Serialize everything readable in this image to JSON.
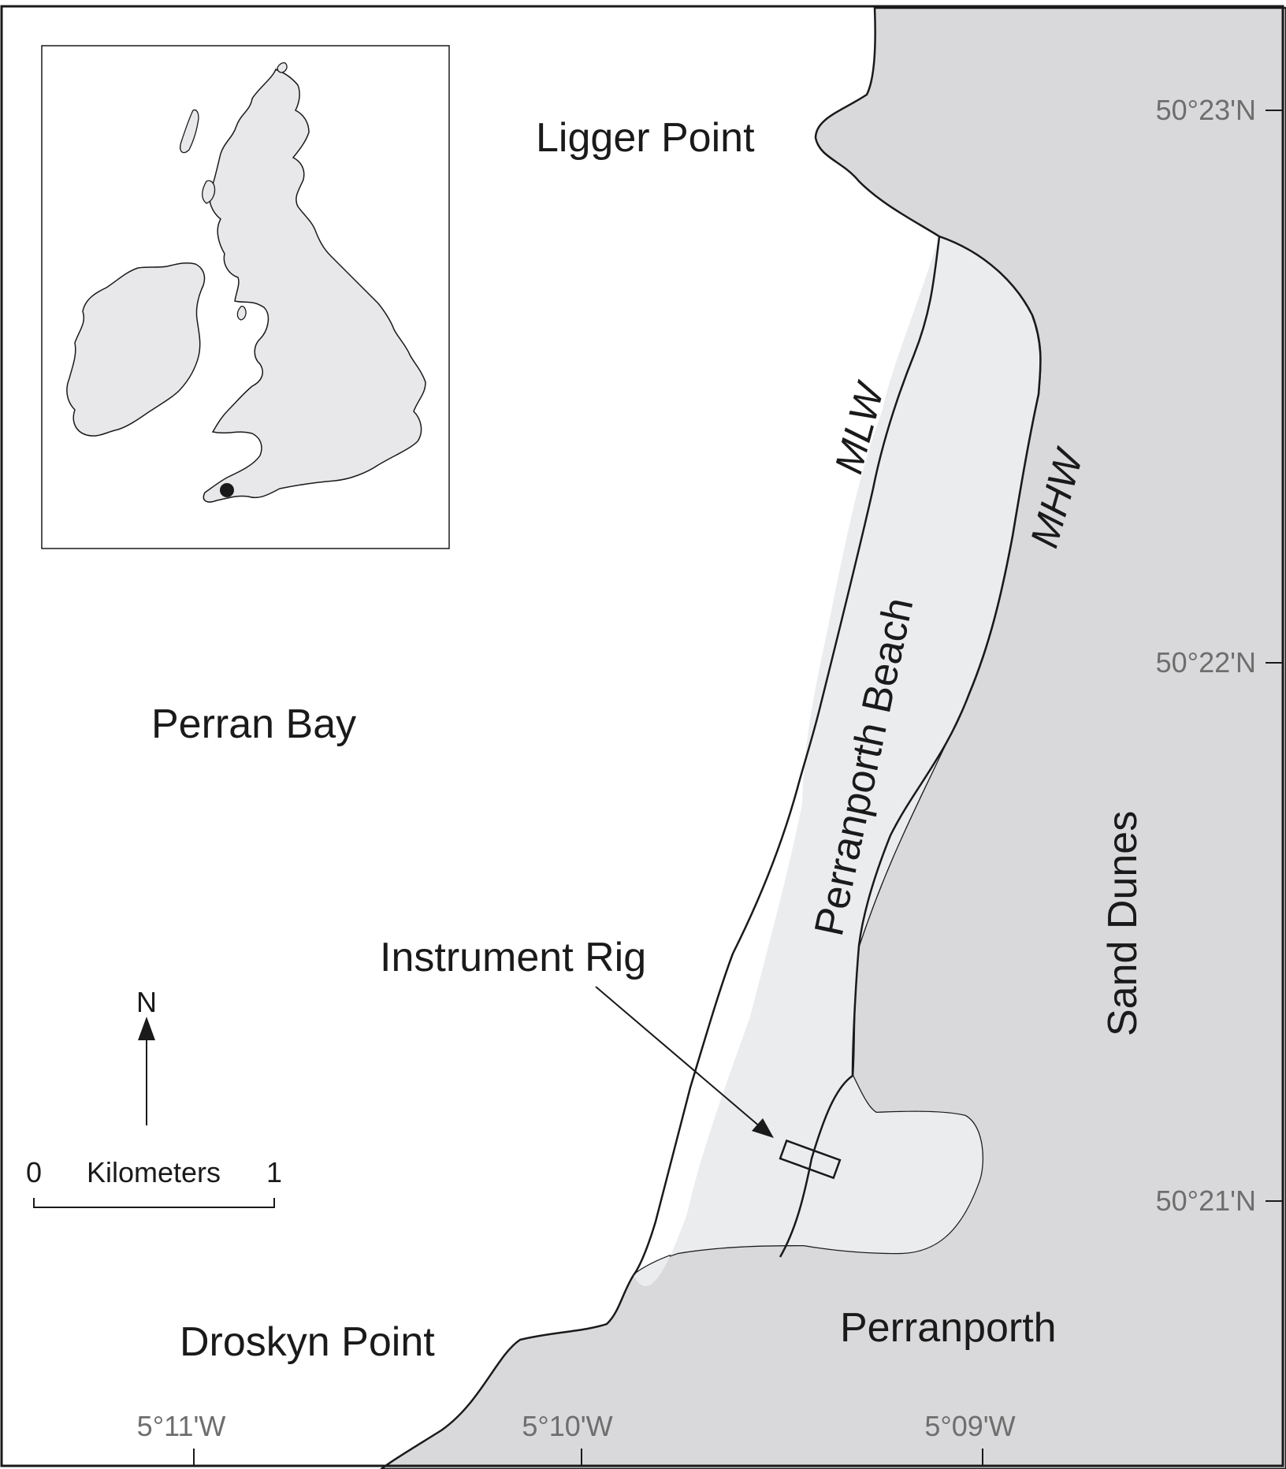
{
  "map": {
    "places": {
      "ligger_point": "Ligger Point",
      "perran_bay": "Perran Bay",
      "droskyn_point": "Droskyn Point",
      "perranporth": "Perranporth",
      "sand_dunes": "Sand Dunes",
      "perranporth_beach": "Perranporth Beach"
    },
    "tide_lines": {
      "mlw": "MLW",
      "mhw": "MHW"
    },
    "instrument_rig": "Instrument Rig",
    "north_arrow": "N",
    "scale_bar": {
      "start": "0",
      "unit": "Kilometers",
      "end": "1"
    },
    "latitudes": [
      "50°23'N",
      "50°22'N",
      "50°21'N"
    ],
    "longitudes": [
      "5°11'W",
      "5°10'W",
      "5°09'W"
    ],
    "inset": {
      "content": "British Isles location map",
      "marker": "study site"
    },
    "colors": {
      "land": "#d9d9db",
      "beach": "#ebecee",
      "sea": "#ffffff",
      "line": "#1a1a1a",
      "coordinate_text": "#6e6e6e"
    }
  }
}
